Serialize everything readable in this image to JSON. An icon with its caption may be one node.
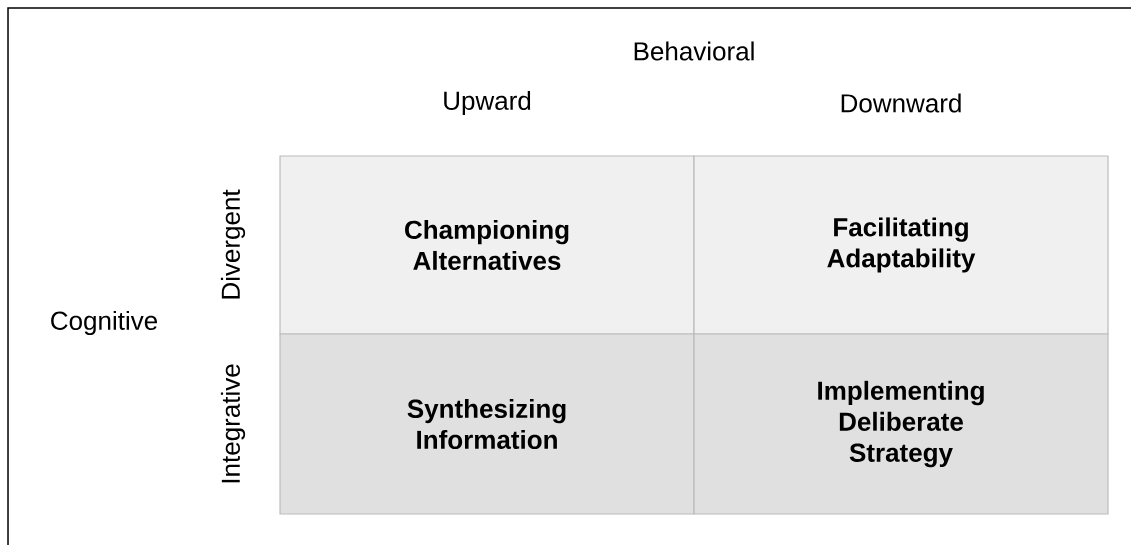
{
  "diagram": {
    "nodes": [
      {
        "text": [
          "Championing Alternatives"
        ]
      },
      {
        "text": [
          "Facilitating Adaptability"
        ]
      },
      {
        "text": [
          "Synthesizing Information"
        ]
      },
      {
        "text": [
          "Implementing Deliberate Strategy"
        ]
      }
    ],
    "labels": [
      "Behavioral",
      "Upward",
      "Downward",
      "Cognitive",
      "Divergent",
      "Integrative"
    ]
  }
}
